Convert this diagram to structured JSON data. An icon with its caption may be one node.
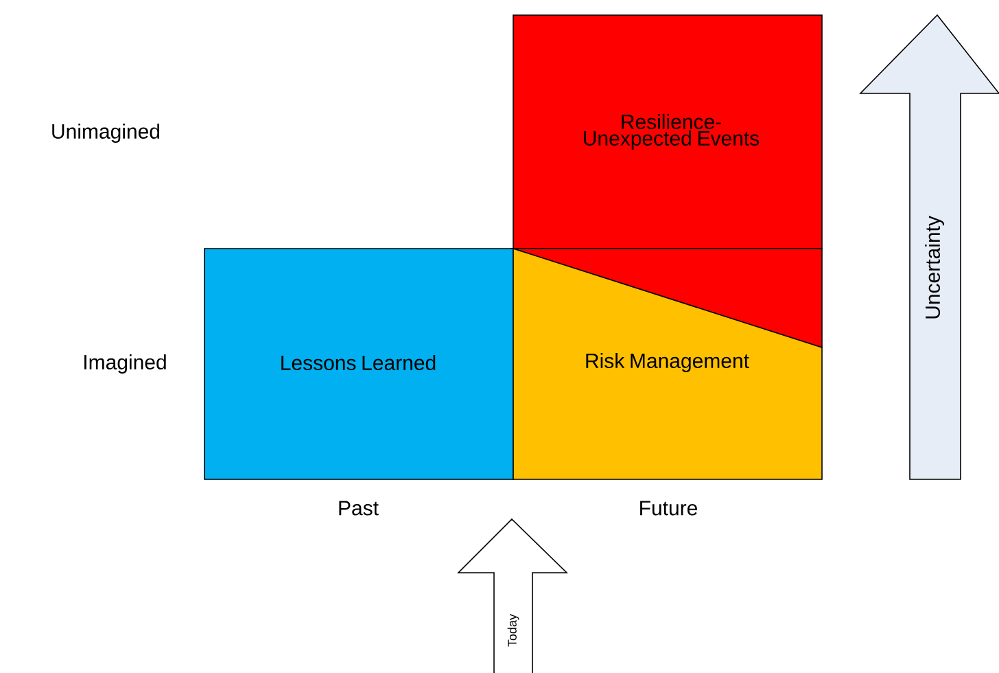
{
  "diagram": {
    "nodes": [
      {
        "text": [
          "Resilience- Unexpected Events"
        ]
      },
      {
        "text": [
          "Lessons Learned"
        ]
      },
      {
        "text": [
          "Risk Management"
        ]
      },
      {
        "text": [
          "Uncertainty"
        ]
      },
      {
        "text": [
          "Today"
        ]
      }
    ],
    "labels": [
      "Unimagined",
      "Imagined",
      "Past",
      "Future"
    ]
  }
}
